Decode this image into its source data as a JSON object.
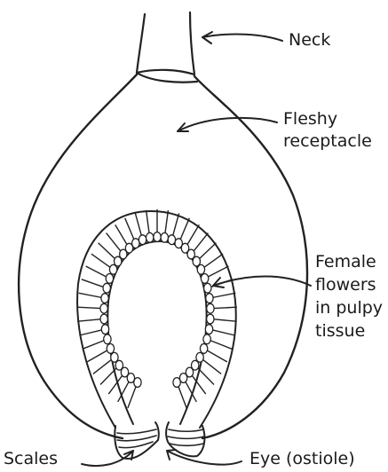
{
  "labels": {
    "neck": "Neck",
    "receptacle": [
      "Fleshy",
      "receptacle"
    ],
    "female_flowers": [
      "Female",
      "flowers",
      "in pulpy",
      "tissue"
    ],
    "scales": "Scales",
    "eye": "Eye (ostiole)"
  },
  "colors": {
    "ink": "#222222",
    "background": "#ffffff"
  }
}
